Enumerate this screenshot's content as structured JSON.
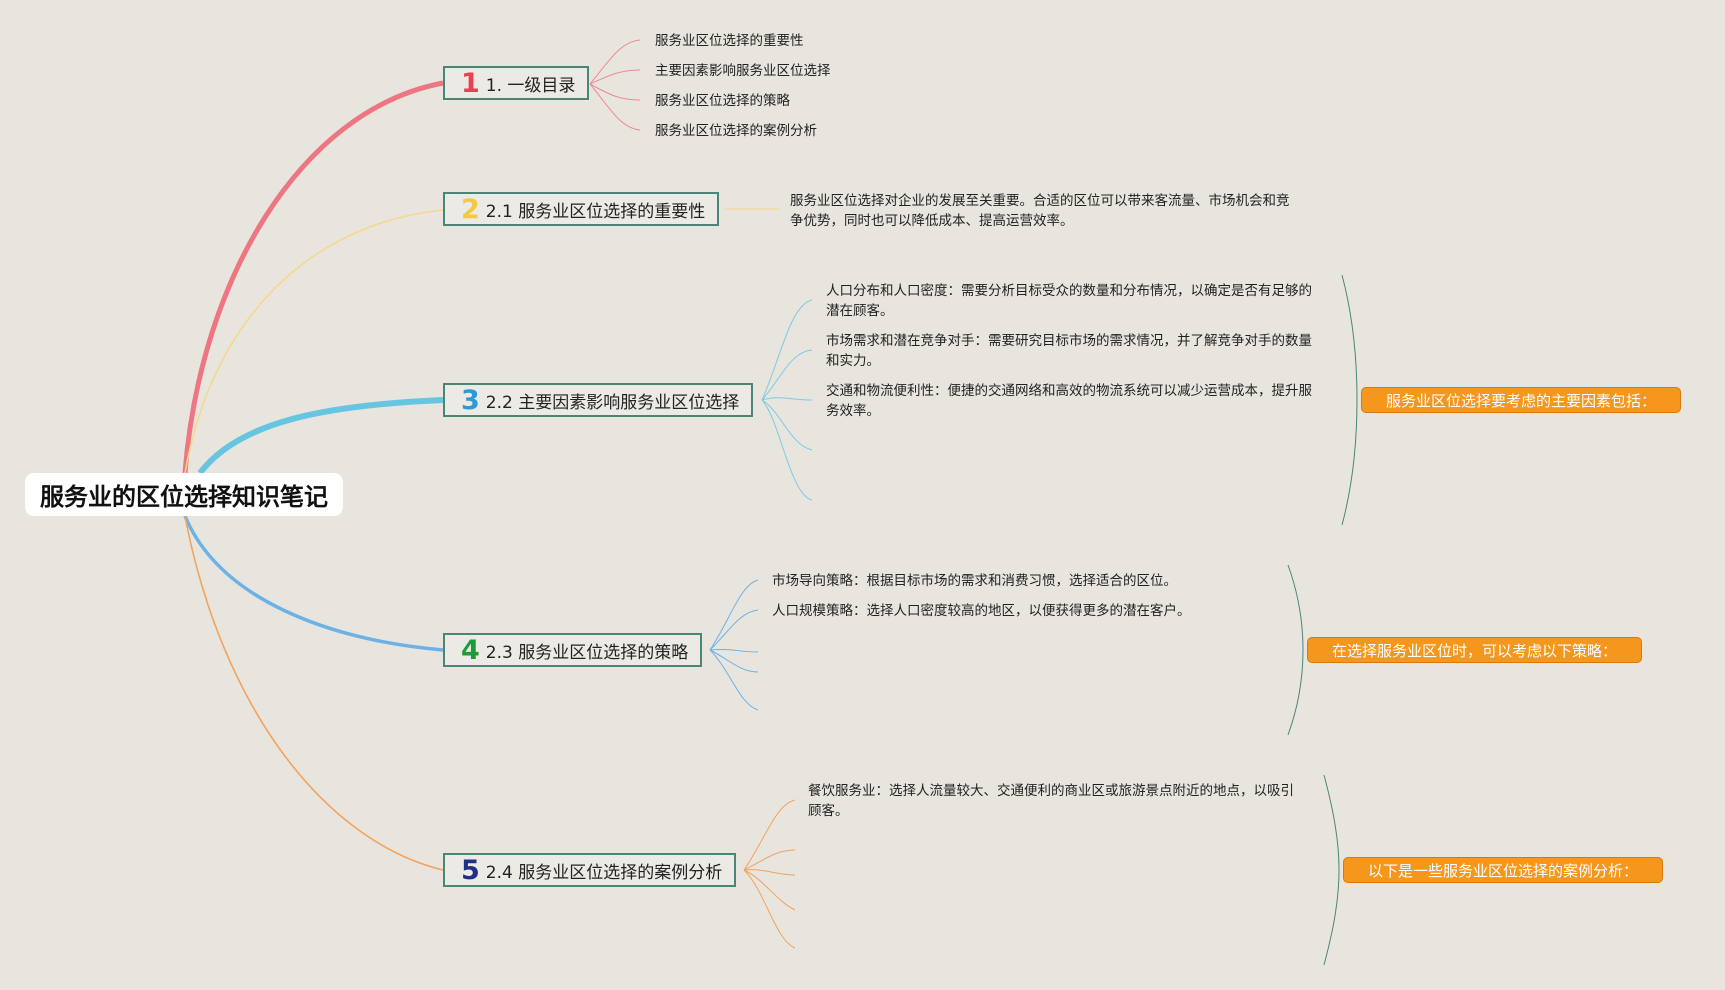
{
  "root": {
    "title": "服务业的区位选择知识笔记"
  },
  "topics": [
    {
      "number": "1",
      "label": "1. 一级目录",
      "color": "#e8414f",
      "children": [
        "服务业区位选择的重要性",
        "主要因素影响服务业区位选择",
        "服务业区位选择的策略",
        "服务业区位选择的案例分析"
      ]
    },
    {
      "number": "2",
      "label": "2.1 服务业区位选择的重要性",
      "color": "#f5c842",
      "children": [
        "服务业区位选择对企业的发展至关重要。合适的区位可以带来客流量、市场机会和竞争优势，同时也可以降低成本、提高运营效率。"
      ]
    },
    {
      "number": "3",
      "label": "2.2 主要因素影响服务业区位选择",
      "color": "#2c9ad6",
      "summary": "服务业区位选择要考虑的主要因素包括：",
      "children": [
        "人口分布和人口密度：需要分析目标受众的数量和分布情况，以确定是否有足够的潜在顾客。",
        "市场需求和潜在竞争对手：需要研究目标市场的需求情况，并了解竞争对手的数量和实力。",
        "交通和物流便利性：便捷的交通网络和高效的物流系统可以减少运营成本，提升服务效率。"
      ]
    },
    {
      "number": "4",
      "label": "2.3 服务业区位选择的策略",
      "color": "#1e9a3c",
      "summary": "在选择服务业区位时，可以考虑以下策略：",
      "children": [
        "市场导向策略：根据目标市场的需求和消费习惯，选择适合的区位。",
        "人口规模策略：选择人口密度较高的地区，以便获得更多的潜在客户。"
      ]
    },
    {
      "number": "5",
      "label": "2.4 服务业区位选择的案例分析",
      "color": "#1f2f8a",
      "summary": "以下是一些服务业区位选择的案例分析：",
      "children": [
        "餐饮服务业：选择人流量较大、交通便利的商业区或旅游景点附近的地点，以吸引顾客。"
      ]
    }
  ],
  "branch_colors": [
    "#ee7582",
    "#f6d88c",
    "#66c5e0",
    "#6db2e6",
    "#f2a35e"
  ]
}
